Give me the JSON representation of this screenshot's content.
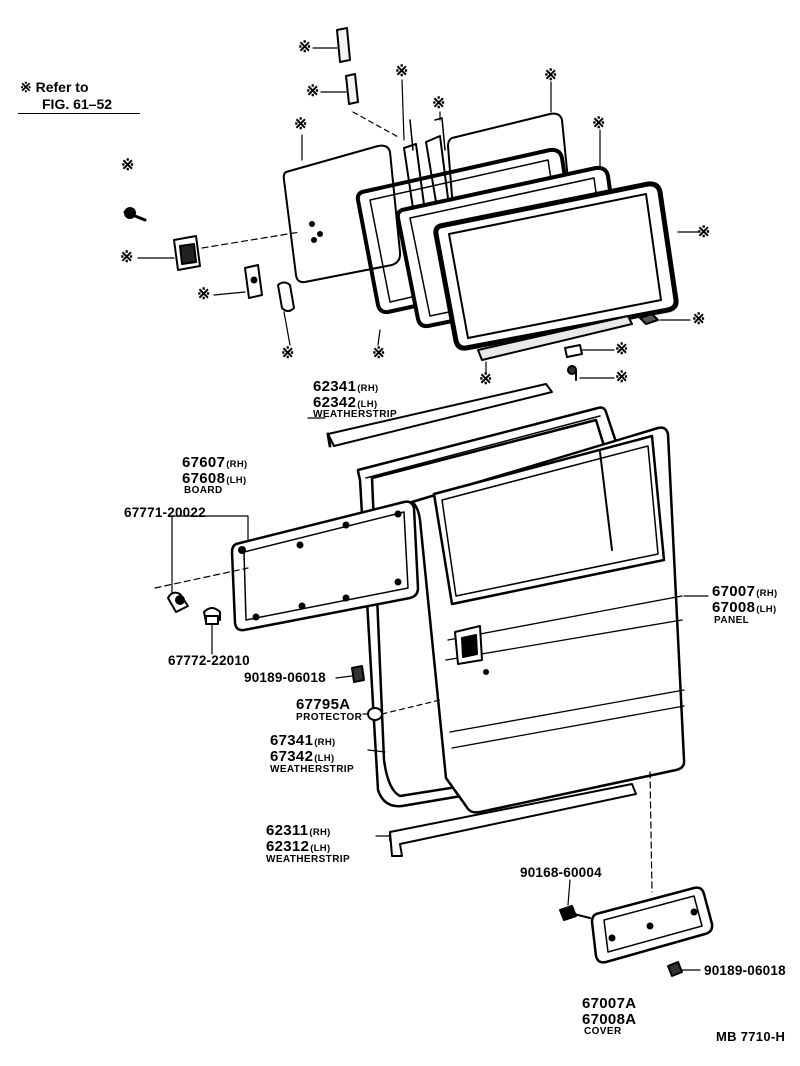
{
  "reference": {
    "symbol": "※",
    "line1": "Refer to",
    "line2": "FIG. 61–52"
  },
  "parts": {
    "weatherstrip_upper": {
      "rh": "62341",
      "rh_side": "(RH)",
      "lh": "62342",
      "lh_side": "(LH)",
      "name": "WEATHERSTRIP"
    },
    "board": {
      "rh": "67607",
      "rh_side": "(RH)",
      "lh": "67608",
      "lh_side": "(LH)",
      "name": "BOARD"
    },
    "clip_67771": "67771-20022",
    "clip_67772": "67772-22010",
    "nut_90189_upper": "90189-06018",
    "protector": {
      "num": "67795A",
      "name": "PROTECTOR"
    },
    "weatherstrip_door": {
      "rh": "67341",
      "rh_side": "(RH)",
      "lh": "67342",
      "lh_side": "(LH)",
      "name": "WEATHERSTRIP"
    },
    "weatherstrip_lower": {
      "rh": "62311",
      "rh_side": "(RH)",
      "lh": "62312",
      "lh_side": "(LH)",
      "name": "WEATHERSTRIP"
    },
    "panel": {
      "rh": "67007",
      "rh_side": "(RH)",
      "lh": "67008",
      "lh_side": "(LH)",
      "name": "PANEL"
    },
    "screw_90168": "90168-60004",
    "nut_90189_lower": "90189-06018",
    "cover": {
      "rh": "67007A",
      "lh": "67008A",
      "name": "COVER"
    }
  },
  "code": "MB 7710-H"
}
